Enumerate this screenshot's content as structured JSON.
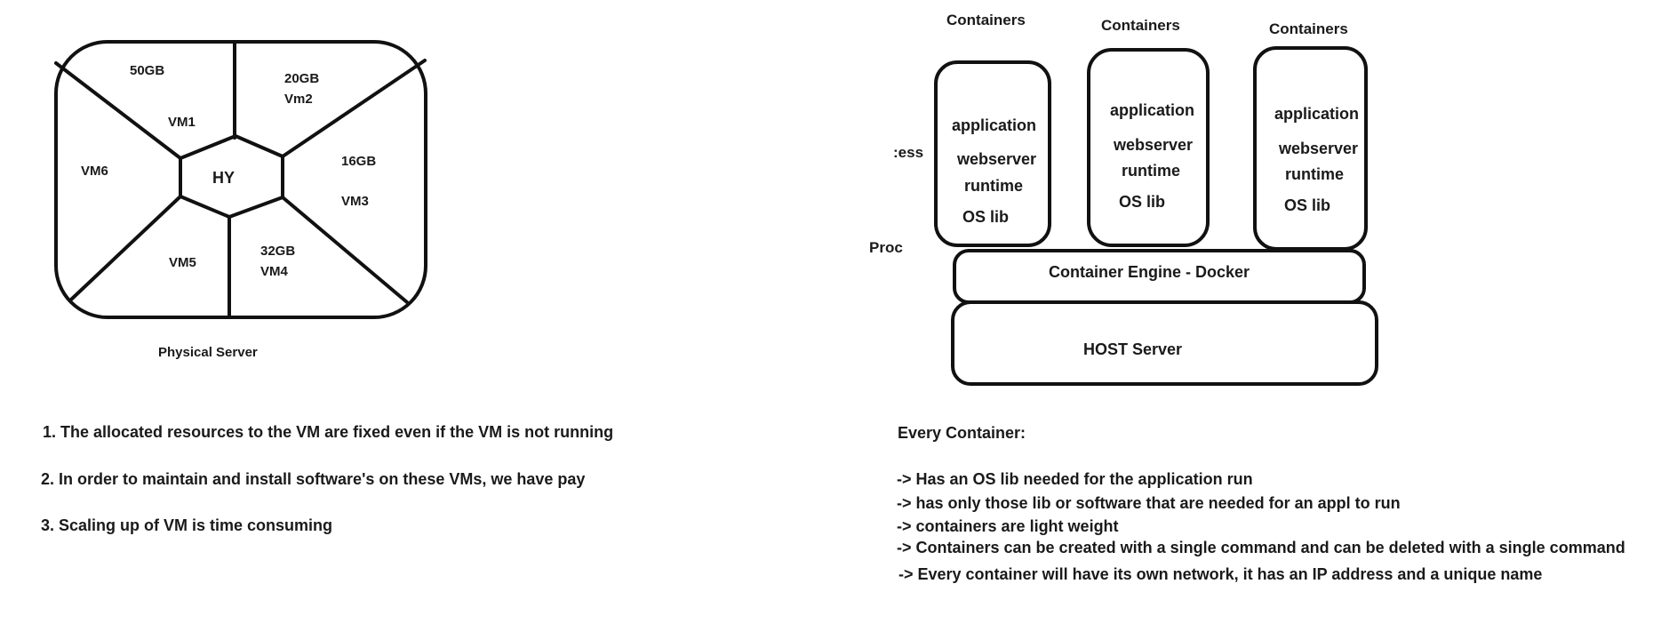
{
  "vm_diagram": {
    "labels": {
      "vm1": "VM1",
      "vm2_size": "20GB",
      "vm2": "Vm2",
      "vm1_size": "50GB",
      "vm3_size": "16GB",
      "vm3": "VM3",
      "vm4_size": "32GB",
      "vm4": "VM4",
      "vm5": "VM5",
      "vm6": "VM6",
      "hypervisor": "HY"
    },
    "caption": "Physical Server"
  },
  "vm_notes": [
    "1. The allocated resources to the VM are fixed even if the VM is not running",
    "2. In order to maintain and install software's on these VMs, we have pay",
    "3. Scaling up of VM is time consuming"
  ],
  "container_diagram": {
    "partial_labels": {
      "top": ":ess",
      "bottom": "Proc"
    },
    "containers": [
      {
        "heading": "Containers",
        "layers": [
          "application",
          "webserver",
          "runtime",
          "OS lib"
        ]
      },
      {
        "heading": "Containers",
        "layers": [
          "application",
          "webserver",
          "runtime",
          "OS lib"
        ]
      },
      {
        "heading": "Containers",
        "layers": [
          "application",
          "webserver",
          "runtime",
          "OS lib"
        ]
      }
    ],
    "engine": "Container Engine - Docker",
    "host": "HOST Server"
  },
  "container_notes": {
    "heading": "Every Container:",
    "items": [
      "-> Has an OS lib needed for the application run",
      "-> has only those lib or software that are needed for an appl to run",
      "-> containers are light weight",
      "-> Containers can be created with a single command and can be deleted with a single command",
      "-> Every container will have its own network, it has an IP address and a unique name"
    ]
  }
}
